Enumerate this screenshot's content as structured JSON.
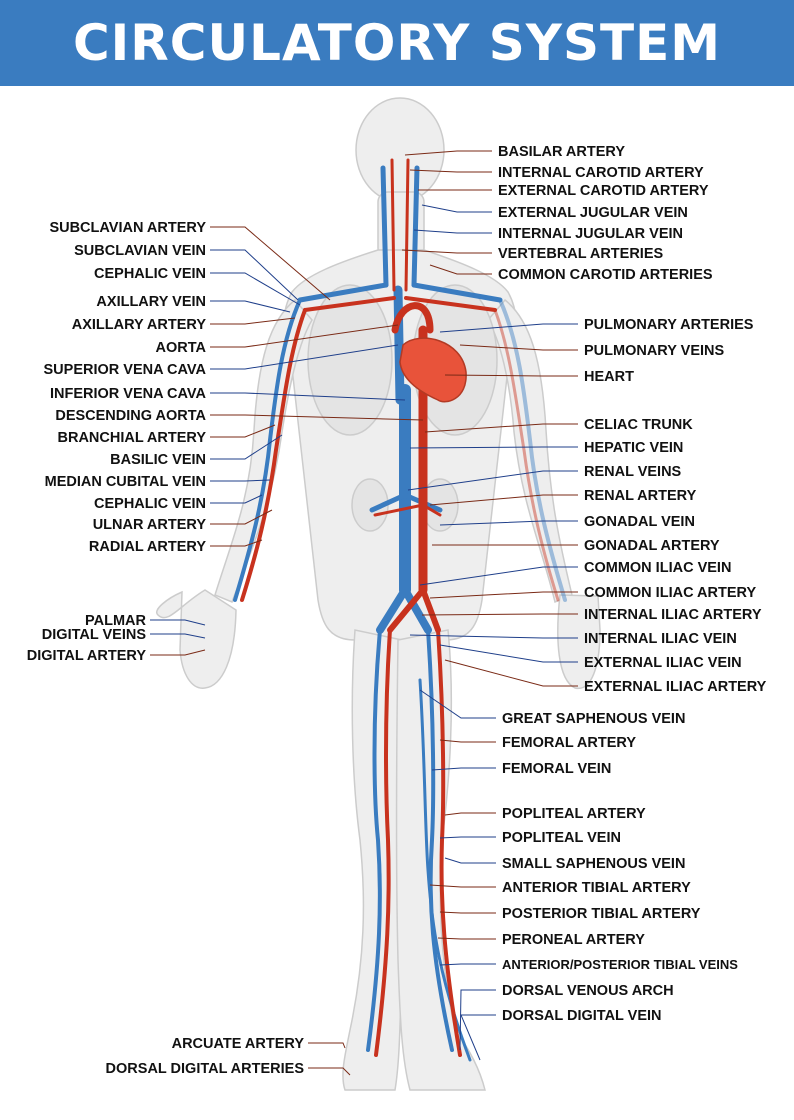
{
  "title": "CIRCULATORY SYSTEM",
  "colors": {
    "banner": "#3a7cc0",
    "artery": "#c8321e",
    "vein": "#3a7cc0",
    "heart": "#e8533a",
    "body_fill": "#eeeeee",
    "body_outline": "#cccccc",
    "leader_artery": "#7a2a16",
    "leader_vein": "#1f3f8a"
  },
  "labels_left": [
    {
      "id": "subclavian-artery",
      "text": "SUBCLAVIAN ARTERY",
      "kind": "artery"
    },
    {
      "id": "subclavian-vein",
      "text": "SUBCLAVIAN VEIN",
      "kind": "vein"
    },
    {
      "id": "cephalic-vein-upper",
      "text": "CEPHALIC VEIN",
      "kind": "vein"
    },
    {
      "id": "axillary-vein",
      "text": "AXILLARY VEIN",
      "kind": "vein"
    },
    {
      "id": "axillary-artery",
      "text": "AXILLARY ARTERY",
      "kind": "artery"
    },
    {
      "id": "aorta",
      "text": "AORTA",
      "kind": "artery"
    },
    {
      "id": "superior-vena-cava",
      "text": "SUPERIOR VENA CAVA",
      "kind": "vein"
    },
    {
      "id": "inferior-vena-cava",
      "text": "INFERIOR VENA CAVA",
      "kind": "vein"
    },
    {
      "id": "descending-aorta",
      "text": "DESCENDING AORTA",
      "kind": "artery"
    },
    {
      "id": "branchial-artery",
      "text": "BRANCHIAL ARTERY",
      "kind": "artery"
    },
    {
      "id": "basilic-vein",
      "text": "BASILIC VEIN",
      "kind": "vein"
    },
    {
      "id": "median-cubital-vein",
      "text": "MEDIAN CUBITAL VEIN",
      "kind": "vein"
    },
    {
      "id": "cephalic-vein-lower",
      "text": "CEPHALIC VEIN",
      "kind": "vein"
    },
    {
      "id": "ulnar-artery",
      "text": "ULNAR ARTERY",
      "kind": "artery"
    },
    {
      "id": "radial-artery",
      "text": "RADIAL ARTERY",
      "kind": "artery"
    },
    {
      "id": "palmar",
      "text": "PALMAR",
      "kind": "vein"
    },
    {
      "id": "digital-veins",
      "text": "DIGITAL VEINS",
      "kind": "vein"
    },
    {
      "id": "digital-artery",
      "text": "DIGITAL ARTERY",
      "kind": "artery"
    },
    {
      "id": "arcuate-artery",
      "text": "ARCUATE ARTERY",
      "kind": "artery"
    },
    {
      "id": "dorsal-digital-arteries",
      "text": "DORSAL DIGITAL ARTERIES",
      "kind": "artery"
    }
  ],
  "labels_right": [
    {
      "id": "basilar-artery",
      "text": "BASILAR ARTERY",
      "kind": "artery"
    },
    {
      "id": "internal-carotid-artery",
      "text": "INTERNAL CAROTID ARTERY",
      "kind": "artery"
    },
    {
      "id": "external-carotid-artery",
      "text": "EXTERNAL CAROTID ARTERY",
      "kind": "artery"
    },
    {
      "id": "external-jugular-vein",
      "text": "EXTERNAL JUGULAR VEIN",
      "kind": "vein"
    },
    {
      "id": "internal-jugular-vein",
      "text": "INTERNAL JUGULAR VEIN",
      "kind": "vein"
    },
    {
      "id": "vertebral-arteries",
      "text": "VERTEBRAL ARTERIES",
      "kind": "artery"
    },
    {
      "id": "common-carotid-arteries",
      "text": "COMMON CAROTID ARTERIES",
      "kind": "artery"
    },
    {
      "id": "pulmonary-arteries",
      "text": "PULMONARY ARTERIES",
      "kind": "vein"
    },
    {
      "id": "pulmonary-veins",
      "text": "PULMONARY VEINS",
      "kind": "artery"
    },
    {
      "id": "heart",
      "text": "HEART",
      "kind": "artery"
    },
    {
      "id": "celiac-trunk",
      "text": "CELIAC TRUNK",
      "kind": "artery"
    },
    {
      "id": "hepatic-vein",
      "text": "HEPATIC VEIN",
      "kind": "vein"
    },
    {
      "id": "renal-veins",
      "text": "RENAL VEINS",
      "kind": "vein"
    },
    {
      "id": "renal-artery",
      "text": "RENAL ARTERY",
      "kind": "artery"
    },
    {
      "id": "gonadal-vein",
      "text": "GONADAL VEIN",
      "kind": "vein"
    },
    {
      "id": "gonadal-artery",
      "text": "GONADAL ARTERY",
      "kind": "artery"
    },
    {
      "id": "common-iliac-vein",
      "text": "COMMON ILIAC VEIN",
      "kind": "vein"
    },
    {
      "id": "common-iliac-artery",
      "text": "COMMON ILIAC ARTERY",
      "kind": "artery"
    },
    {
      "id": "internal-iliac-artery",
      "text": "INTERNAL ILIAC ARTERY",
      "kind": "artery"
    },
    {
      "id": "internal-iliac-vein",
      "text": "INTERNAL ILIAC VEIN",
      "kind": "vein"
    },
    {
      "id": "external-iliac-vein",
      "text": "EXTERNAL ILIAC VEIN",
      "kind": "vein"
    },
    {
      "id": "external-iliac-artery",
      "text": "EXTERNAL ILIAC ARTERY",
      "kind": "artery"
    },
    {
      "id": "great-saphenous-vein",
      "text": "GREAT SAPHENOUS VEIN",
      "kind": "vein"
    },
    {
      "id": "femoral-artery",
      "text": "FEMORAL ARTERY",
      "kind": "artery"
    },
    {
      "id": "femoral-vein",
      "text": "FEMORAL VEIN",
      "kind": "vein"
    },
    {
      "id": "popliteal-artery",
      "text": "POPLITEAL ARTERY",
      "kind": "artery"
    },
    {
      "id": "popliteal-vein",
      "text": "POPLITEAL VEIN",
      "kind": "vein"
    },
    {
      "id": "small-saphenous-vein",
      "text": "SMALL SAPHENOUS VEIN",
      "kind": "vein"
    },
    {
      "id": "anterior-tibial-artery",
      "text": "ANTERIOR TIBIAL ARTERY",
      "kind": "artery"
    },
    {
      "id": "posterior-tibial-artery",
      "text": "POSTERIOR TIBIAL ARTERY",
      "kind": "artery"
    },
    {
      "id": "peroneal-artery",
      "text": "PERONEAL ARTERY",
      "kind": "artery"
    },
    {
      "id": "tibial-veins",
      "text": "ANTERIOR/POSTERIOR TIBIAL VEINS",
      "kind": "vein"
    },
    {
      "id": "dorsal-venous-arch",
      "text": "DORSAL VENOUS ARCH",
      "kind": "vein"
    },
    {
      "id": "dorsal-digital-vein",
      "text": "DORSAL DIGITAL VEIN",
      "kind": "vein"
    }
  ]
}
